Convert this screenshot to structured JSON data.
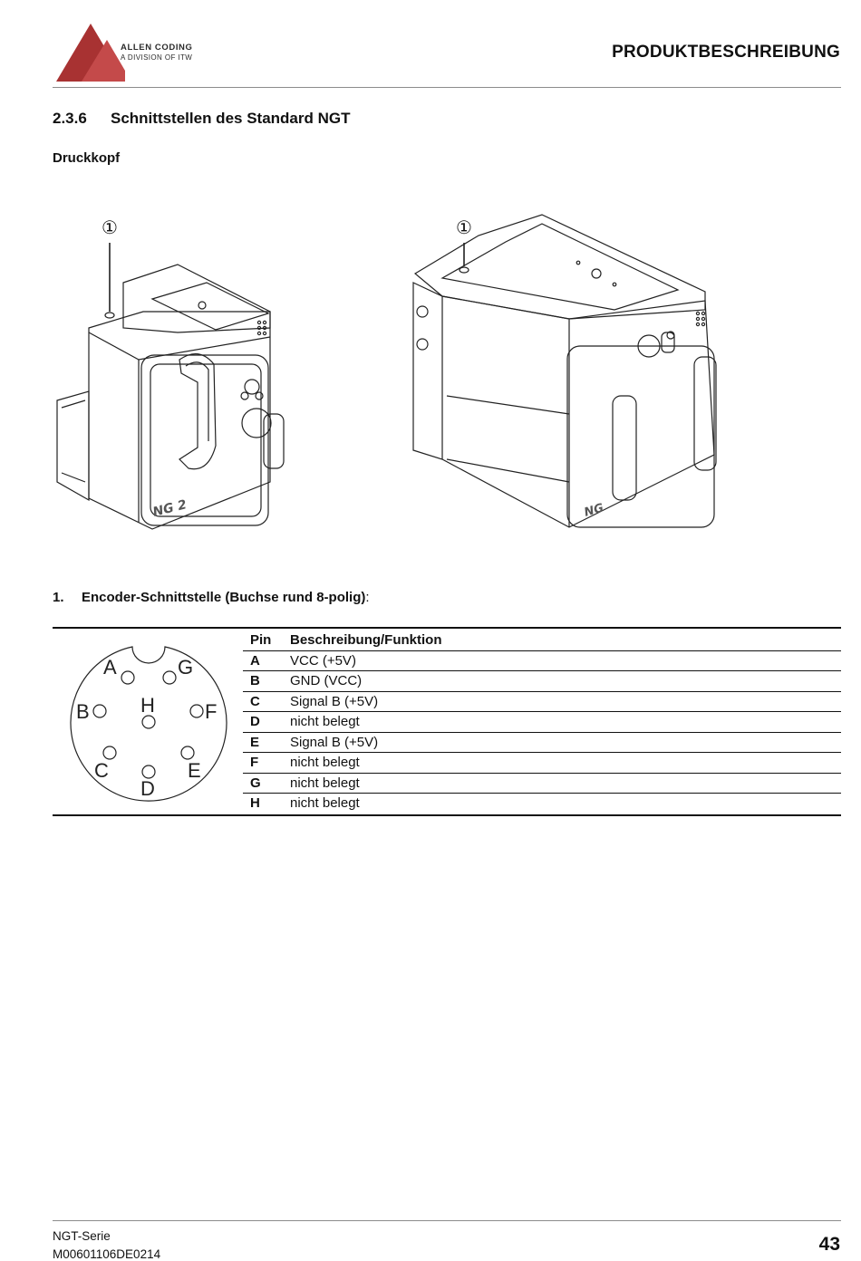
{
  "header": {
    "brand_name": "ALLEN CODING",
    "brand_sub": "A DIVISION OF ITW",
    "title": "PRODUKTBESCHREIBUNG",
    "logo_color": "#a83232"
  },
  "section": {
    "number": "2.3.6",
    "title": "Schnittstellen des Standard NGT"
  },
  "subheading": "Druckkopf",
  "figures": {
    "callout": "①",
    "left_label": "NG 2",
    "right_label": "NG"
  },
  "list": {
    "number": "1.",
    "text": "Encoder-Schnittstelle (Buchse rund 8-polig)",
    "suffix": ":"
  },
  "connector_pins": [
    "A",
    "G",
    "B",
    "H",
    "F",
    "C",
    "E",
    "D"
  ],
  "table": {
    "headers": [
      "Pin",
      "Beschreibung/Funktion"
    ],
    "rows": [
      [
        "A",
        "VCC (+5V)"
      ],
      [
        "B",
        "GND (VCC)"
      ],
      [
        "C",
        "Signal B (+5V)"
      ],
      [
        "D",
        "nicht belegt"
      ],
      [
        "E",
        "Signal B (+5V)"
      ],
      [
        "F",
        "nicht belegt"
      ],
      [
        "G",
        "nicht belegt"
      ],
      [
        "H",
        "nicht belegt"
      ]
    ]
  },
  "footer": {
    "series": "NGT-Serie",
    "doc_id": "M00601106DE0214",
    "page": "43"
  }
}
